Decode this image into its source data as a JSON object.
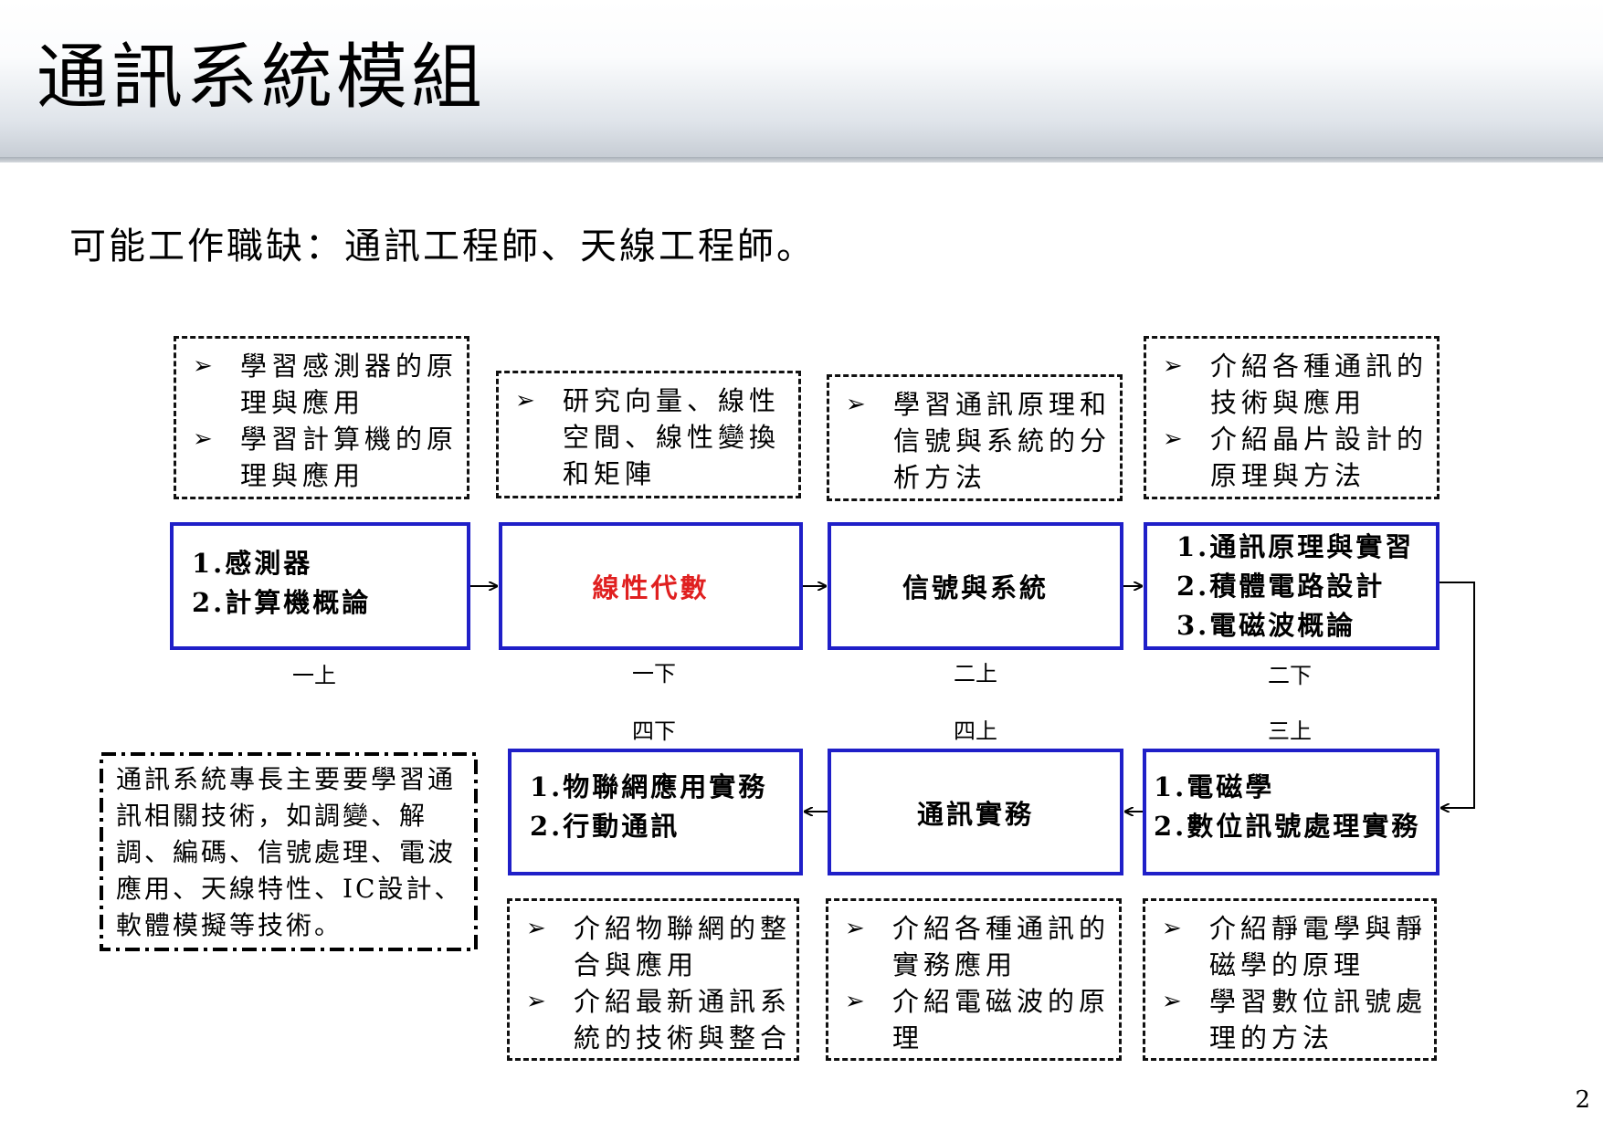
{
  "header": {
    "title": "通訊系統模組"
  },
  "subtitle": "可能工作職缺：通訊工程師、天線工程師。",
  "bullet_symbol": "➢",
  "courses": [
    {
      "lines": [
        "1.感測器",
        "2.計算機概論"
      ],
      "semester": "一上"
    },
    {
      "title": "線性代數",
      "semester": "一下",
      "color": "#e02020"
    },
    {
      "title": "信號與系統",
      "semester": "二上"
    },
    {
      "lines": [
        "1.通訊原理與實習",
        "2.積體電路設計",
        "3.電磁波概論"
      ],
      "semester": "二下"
    },
    {
      "lines": [
        "1.電磁學",
        "2.數位訊號處理實務"
      ],
      "semester": "三上"
    },
    {
      "title": "通訊實務",
      "semester": "四上"
    },
    {
      "lines": [
        "1.物聯網應用實務",
        "2.行動通訊"
      ],
      "semester": "四下"
    }
  ],
  "descriptions": [
    [
      "學習感測器的原理與應用",
      "學習計算機的原理與應用"
    ],
    [
      "研究向量、線性空間、線性變換和矩陣"
    ],
    [
      "學習通訊原理和信號與系統的分析方法"
    ],
    [
      "介紹各種通訊的技術與應用",
      "介紹晶片設計的原理與方法"
    ],
    [
      "介紹靜電學與靜磁學的原理",
      "學習數位訊號處理的方法"
    ],
    [
      "介紹各種通訊的實務應用",
      "介紹電磁波的原理"
    ],
    [
      "介紹物聯網的整合與應用",
      "介紹最新通訊系統的技術與整合"
    ]
  ],
  "summary_note": "通訊系統專長主要要學習通訊相關技術，如調變、解調、編碼、信號處理、電波應用、天線特性、IC設計、軟體模擬等技術。",
  "page_number": "2"
}
